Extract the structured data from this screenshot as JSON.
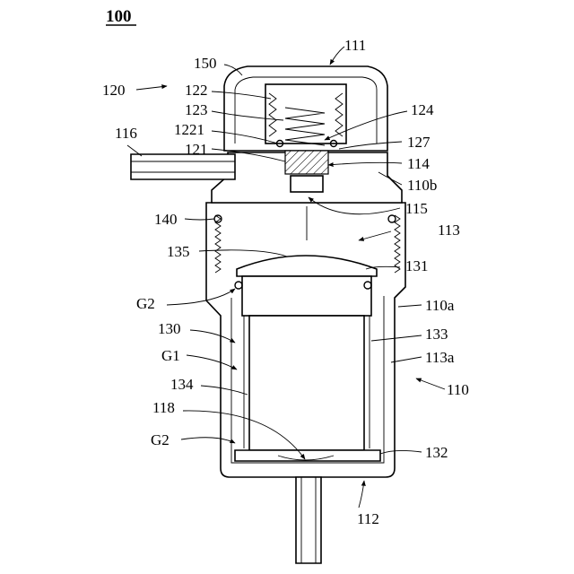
{
  "figure_number": "100",
  "labels": {
    "l111": "111",
    "l150": "150",
    "l120": "120",
    "l122": "122",
    "l123": "123",
    "l124": "124",
    "l1221": "1221",
    "l127": "127",
    "l116": "116",
    "l121": "121",
    "l114": "114",
    "l110b": "110b",
    "l140": "140",
    "l115": "115",
    "l113": "113",
    "l135": "135",
    "l131": "131",
    "lG2a": "G2",
    "l110a": "110a",
    "l130": "130",
    "l133": "133",
    "lG1": "G1",
    "l113a": "113a",
    "l134": "134",
    "l110": "110",
    "l118": "118",
    "lG2b": "G2",
    "l132": "132",
    "l112": "112"
  }
}
